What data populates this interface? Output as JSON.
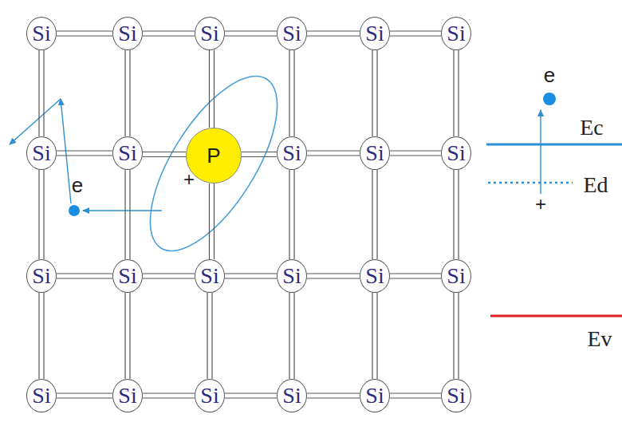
{
  "diagram": {
    "nodes": [
      {
        "text": [
          "Si"
        ]
      },
      {
        "text": [
          "Si"
        ]
      },
      {
        "text": [
          "Si"
        ]
      },
      {
        "text": [
          "Si"
        ]
      },
      {
        "text": [
          "Si"
        ]
      },
      {
        "text": [
          "Si"
        ]
      },
      {
        "text": [
          "Si"
        ]
      },
      {
        "text": [
          "Si"
        ]
      },
      {
        "text": [
          "P"
        ]
      },
      {
        "text": [
          "Si"
        ]
      },
      {
        "text": [
          "Si"
        ]
      },
      {
        "text": [
          "Si"
        ]
      },
      {
        "text": [
          "Si"
        ]
      },
      {
        "text": [
          "Si"
        ]
      },
      {
        "text": [
          "Si"
        ]
      },
      {
        "text": [
          "Si"
        ]
      },
      {
        "text": [
          "Si"
        ]
      },
      {
        "text": [
          "Si"
        ]
      },
      {
        "text": [
          "Si"
        ]
      },
      {
        "text": [
          "Si"
        ]
      },
      {
        "text": [
          "Si"
        ]
      },
      {
        "text": [
          "Si"
        ]
      },
      {
        "text": [
          "Si"
        ]
      },
      {
        "text": [
          "Si"
        ]
      }
    ],
    "edges": [
      {
        "from": 0,
        "to": 1,
        "arrow": "none"
      },
      {
        "from": 1,
        "to": 2,
        "arrow": "none"
      },
      {
        "from": 2,
        "to": 3,
        "arrow": "none"
      },
      {
        "from": 3,
        "to": 4,
        "arrow": "none"
      },
      {
        "from": 4,
        "to": 5,
        "arrow": "none"
      },
      {
        "from": 6,
        "to": 7,
        "arrow": "none"
      },
      {
        "from": 7,
        "to": 8,
        "arrow": "none"
      },
      {
        "from": 8,
        "to": 9,
        "arrow": "none"
      },
      {
        "from": 9,
        "to": 10,
        "arrow": "none"
      },
      {
        "from": 10,
        "to": 11,
        "arrow": "none"
      },
      {
        "from": 12,
        "to": 13,
        "arrow": "none"
      },
      {
        "from": 13,
        "to": 14,
        "arrow": "none"
      },
      {
        "from": 14,
        "to": 15,
        "arrow": "none"
      },
      {
        "from": 15,
        "to": 16,
        "arrow": "none"
      },
      {
        "from": 16,
        "to": 17,
        "arrow": "none"
      },
      {
        "from": 18,
        "to": 19,
        "arrow": "none"
      },
      {
        "from": 19,
        "to": 20,
        "arrow": "none"
      },
      {
        "from": 20,
        "to": 21,
        "arrow": "none"
      },
      {
        "from": 21,
        "to": 22,
        "arrow": "none"
      },
      {
        "from": 22,
        "to": 23,
        "arrow": "none"
      },
      {
        "from": 0,
        "to": 6,
        "arrow": "none"
      },
      {
        "from": 1,
        "to": 7,
        "arrow": "none"
      },
      {
        "from": 2,
        "to": 8,
        "arrow": "none"
      },
      {
        "from": 3,
        "to": 9,
        "arrow": "none"
      },
      {
        "from": 4,
        "to": 10,
        "arrow": "none"
      },
      {
        "from": 5,
        "to": 11,
        "arrow": "none"
      },
      {
        "from": 6,
        "to": 12,
        "arrow": "none"
      },
      {
        "from": 7,
        "to": 13,
        "arrow": "none"
      },
      {
        "from": 8,
        "to": 14,
        "arrow": "none"
      },
      {
        "from": 9,
        "to": 15,
        "arrow": "none"
      },
      {
        "from": 10,
        "to": 16,
        "arrow": "none"
      },
      {
        "from": 11,
        "to": 17,
        "arrow": "none"
      },
      {
        "from": 12,
        "to": 18,
        "arrow": "none"
      },
      {
        "from": 13,
        "to": 19,
        "arrow": "none"
      },
      {
        "from": 14,
        "to": 20,
        "arrow": "none"
      },
      {
        "from": 15,
        "to": 21,
        "arrow": "none"
      },
      {
        "from": 16,
        "to": 22,
        "arrow": "none"
      },
      {
        "from": 17,
        "to": 23,
        "arrow": "none"
      }
    ],
    "labels": [
      "e",
      "Ec",
      "+",
      "e",
      "Ed",
      "+",
      "Ev"
    ]
  }
}
